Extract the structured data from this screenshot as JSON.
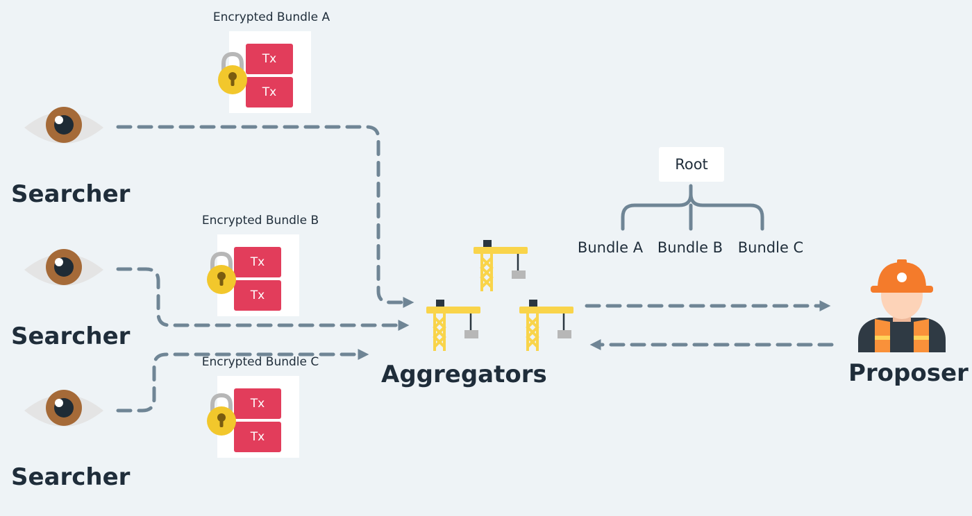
{
  "searchers": [
    {
      "label": "Searcher"
    },
    {
      "label": "Searcher"
    },
    {
      "label": "Searcher"
    }
  ],
  "bundles": [
    {
      "title": "Encrypted Bundle A",
      "tx": [
        "Tx",
        "Tx"
      ]
    },
    {
      "title": "Encrypted Bundle B",
      "tx": [
        "Tx",
        "Tx"
      ]
    },
    {
      "title": "Encrypted Bundle C",
      "tx": [
        "Tx",
        "Tx"
      ]
    }
  ],
  "aggregators": {
    "label": "Aggregators"
  },
  "proposer": {
    "label": "Proposer"
  },
  "tree": {
    "root": "Root",
    "leaves": [
      "Bundle A",
      "Bundle B",
      "Bundle C"
    ]
  },
  "colors": {
    "background": "#eef3f6",
    "tx_box": "#e23d5b",
    "arrow": "#6f8595",
    "lock": "#f2c72c",
    "crane": "#f9d44a",
    "helmet": "#f47b2b",
    "vest": "#f9913a",
    "text": "#1f2d3a"
  }
}
